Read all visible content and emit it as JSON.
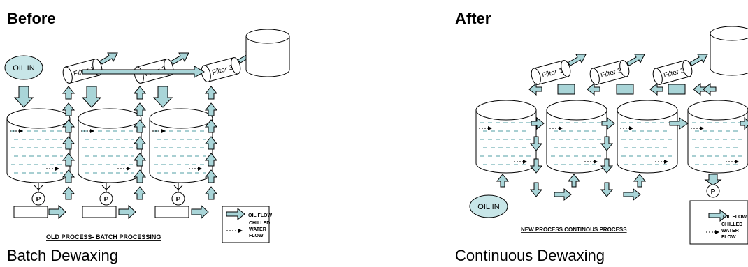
{
  "before": {
    "heading": "Before",
    "caption": "Batch Dewaxing",
    "oil_in": "OIL IN",
    "filters": [
      "Filter 1",
      "Filter 2",
      "Filter 3"
    ],
    "pump": "P",
    "process_title": "OLD PROCESS- BATCH PROCESSING",
    "legend": {
      "oil_flow": "OIL FLOW",
      "chilled_1": "CHILLED",
      "chilled_2": "WATER",
      "chilled_3": "FLOW"
    }
  },
  "after": {
    "heading": "After",
    "caption": "Continuous Dewaxing",
    "oil_in": "OIL IN",
    "filters": [
      "Filter 1",
      "Filter 2",
      "Filter 3"
    ],
    "pump": "P",
    "process_title": "NEW PROCESS CONTINOUS PROCESS",
    "legend": {
      "oil_flow": "OIL FLOW",
      "chilled_1": "CHILLED",
      "chilled_2": "WATER",
      "chilled_3": "FLOW"
    }
  },
  "colors": {
    "fill": "#c8e6e8",
    "arrow_fill": "#a9d5d8",
    "stroke": "#000000",
    "dash": "#a8cfd2"
  }
}
